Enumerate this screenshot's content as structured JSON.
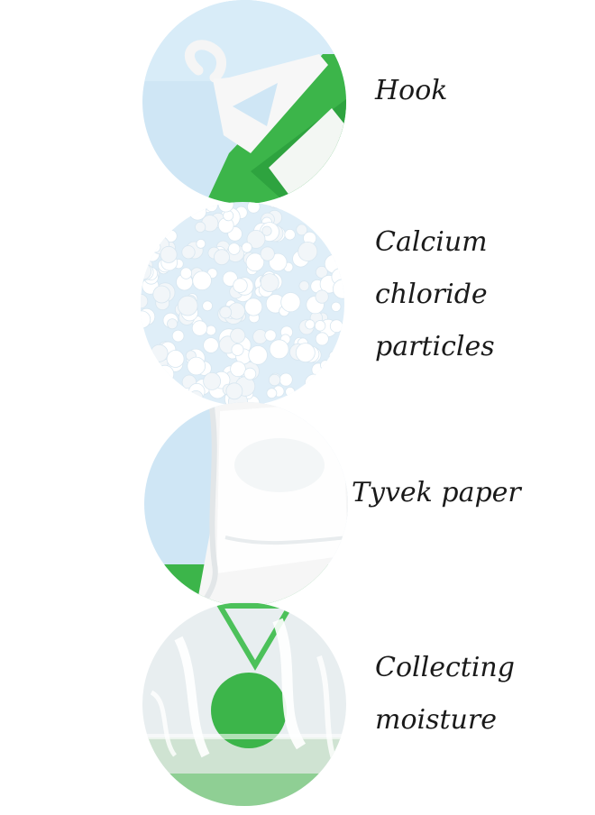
{
  "items": [
    {
      "name": "hook",
      "lines": [
        "Hook"
      ]
    },
    {
      "name": "calcium-chloride",
      "lines": [
        "Calcium",
        "chloride",
        "particles"
      ]
    },
    {
      "name": "tyvek-paper",
      "lines": [
        "Tyvek paper"
      ]
    },
    {
      "name": "collecting-moisture",
      "lines": [
        "Collecting",
        "moisture"
      ]
    }
  ],
  "colors": {
    "sky": "#cfe6f5",
    "green": "#3cb54a",
    "white": "#ffffff"
  }
}
